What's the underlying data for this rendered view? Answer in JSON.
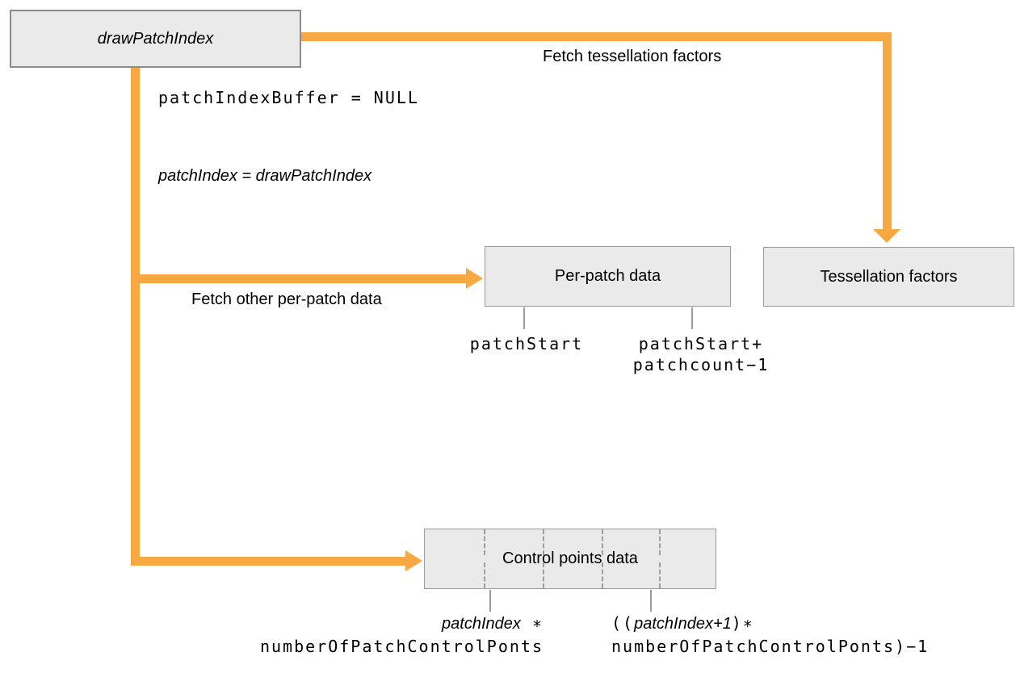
{
  "nodes": {
    "drawPatchIndex": {
      "label": "drawPatchIndex"
    },
    "perPatchData": {
      "label": "Per-patch data"
    },
    "tessellationFactors": {
      "label": "Tessellation factors"
    },
    "controlPointsData": {
      "label": "Control points data"
    }
  },
  "edgeLabels": {
    "fetchTessellationFactors": "Fetch tessellation factors",
    "fetchOtherPerPatchData": "Fetch other per-patch data"
  },
  "annotations": {
    "patchIndexBuffer": "patchIndexBuffer = NULL",
    "patchIndexAssignment": "patchIndex = drawPatchIndex",
    "perPatchRange": {
      "start": "patchStart",
      "endLine1": "patchStart+",
      "endLine2": "patchcount−1"
    },
    "controlPointsRange": {
      "startItalic": "patchIndex",
      "startOperator": " ∗",
      "startLine2": "numberOfPatchControlPonts",
      "endPrefix": "((",
      "endItalic": "patchIndex+1",
      "endSuffix": ")∗",
      "endLine2": "numberOfPatchControlPonts)−1"
    }
  },
  "colors": {
    "arrow": "#F7A843",
    "boxFill": "#EAEAEA",
    "boxBorder": "#9B9B9B",
    "tick": "#9B9B9B",
    "text": "#000000"
  }
}
